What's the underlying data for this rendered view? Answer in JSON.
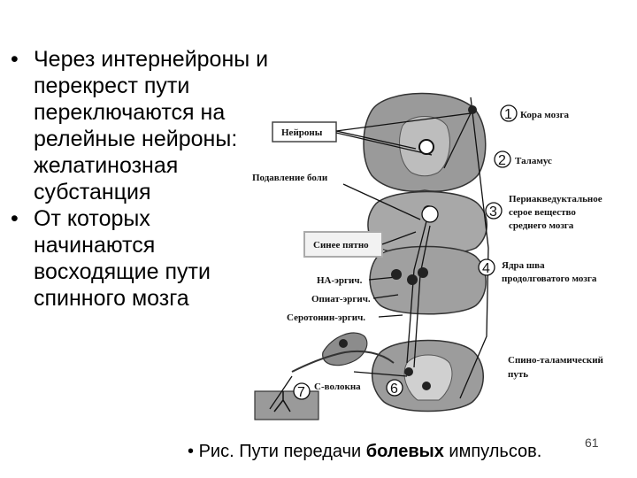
{
  "bullets": [
    "Через интернейроны и перекрест пути переключаются на релейные нейроны: желатинозная субстанция",
    "От которых начинаются восходящие пути спинного мозга"
  ],
  "bullet_symbol": "•",
  "caption": {
    "bullet": "•",
    "prefix": "Рис. Пути передачи ",
    "bold": "болевых",
    "suffix": " импульсов."
  },
  "slide_number": "61",
  "diagram": {
    "labels": {
      "neurons": "Нейроны",
      "pain_suppression": "Подавление боли",
      "locus_coeruleus": "Синее пятно",
      "na_ergic": "НА-эргич.",
      "opiate_ergic": "Опиат-эргич.",
      "serotonin_ergic": "Серотонин-эргич.",
      "c_fibers": "С-волокна",
      "cortex": "Кора мозга",
      "thalamus": "Таламус",
      "pag_1": "Периакведуктальное",
      "pag_2": "серое вещество",
      "pag_3": "среднего мозга",
      "raphe_1": "Ядра шва",
      "raphe_2": "продолговатого мозга",
      "spinothalamic_1": "Спино-таламический",
      "spinothalamic_2": "путь"
    },
    "numbers": [
      "1",
      "2",
      "3",
      "4",
      "6",
      "7"
    ]
  }
}
